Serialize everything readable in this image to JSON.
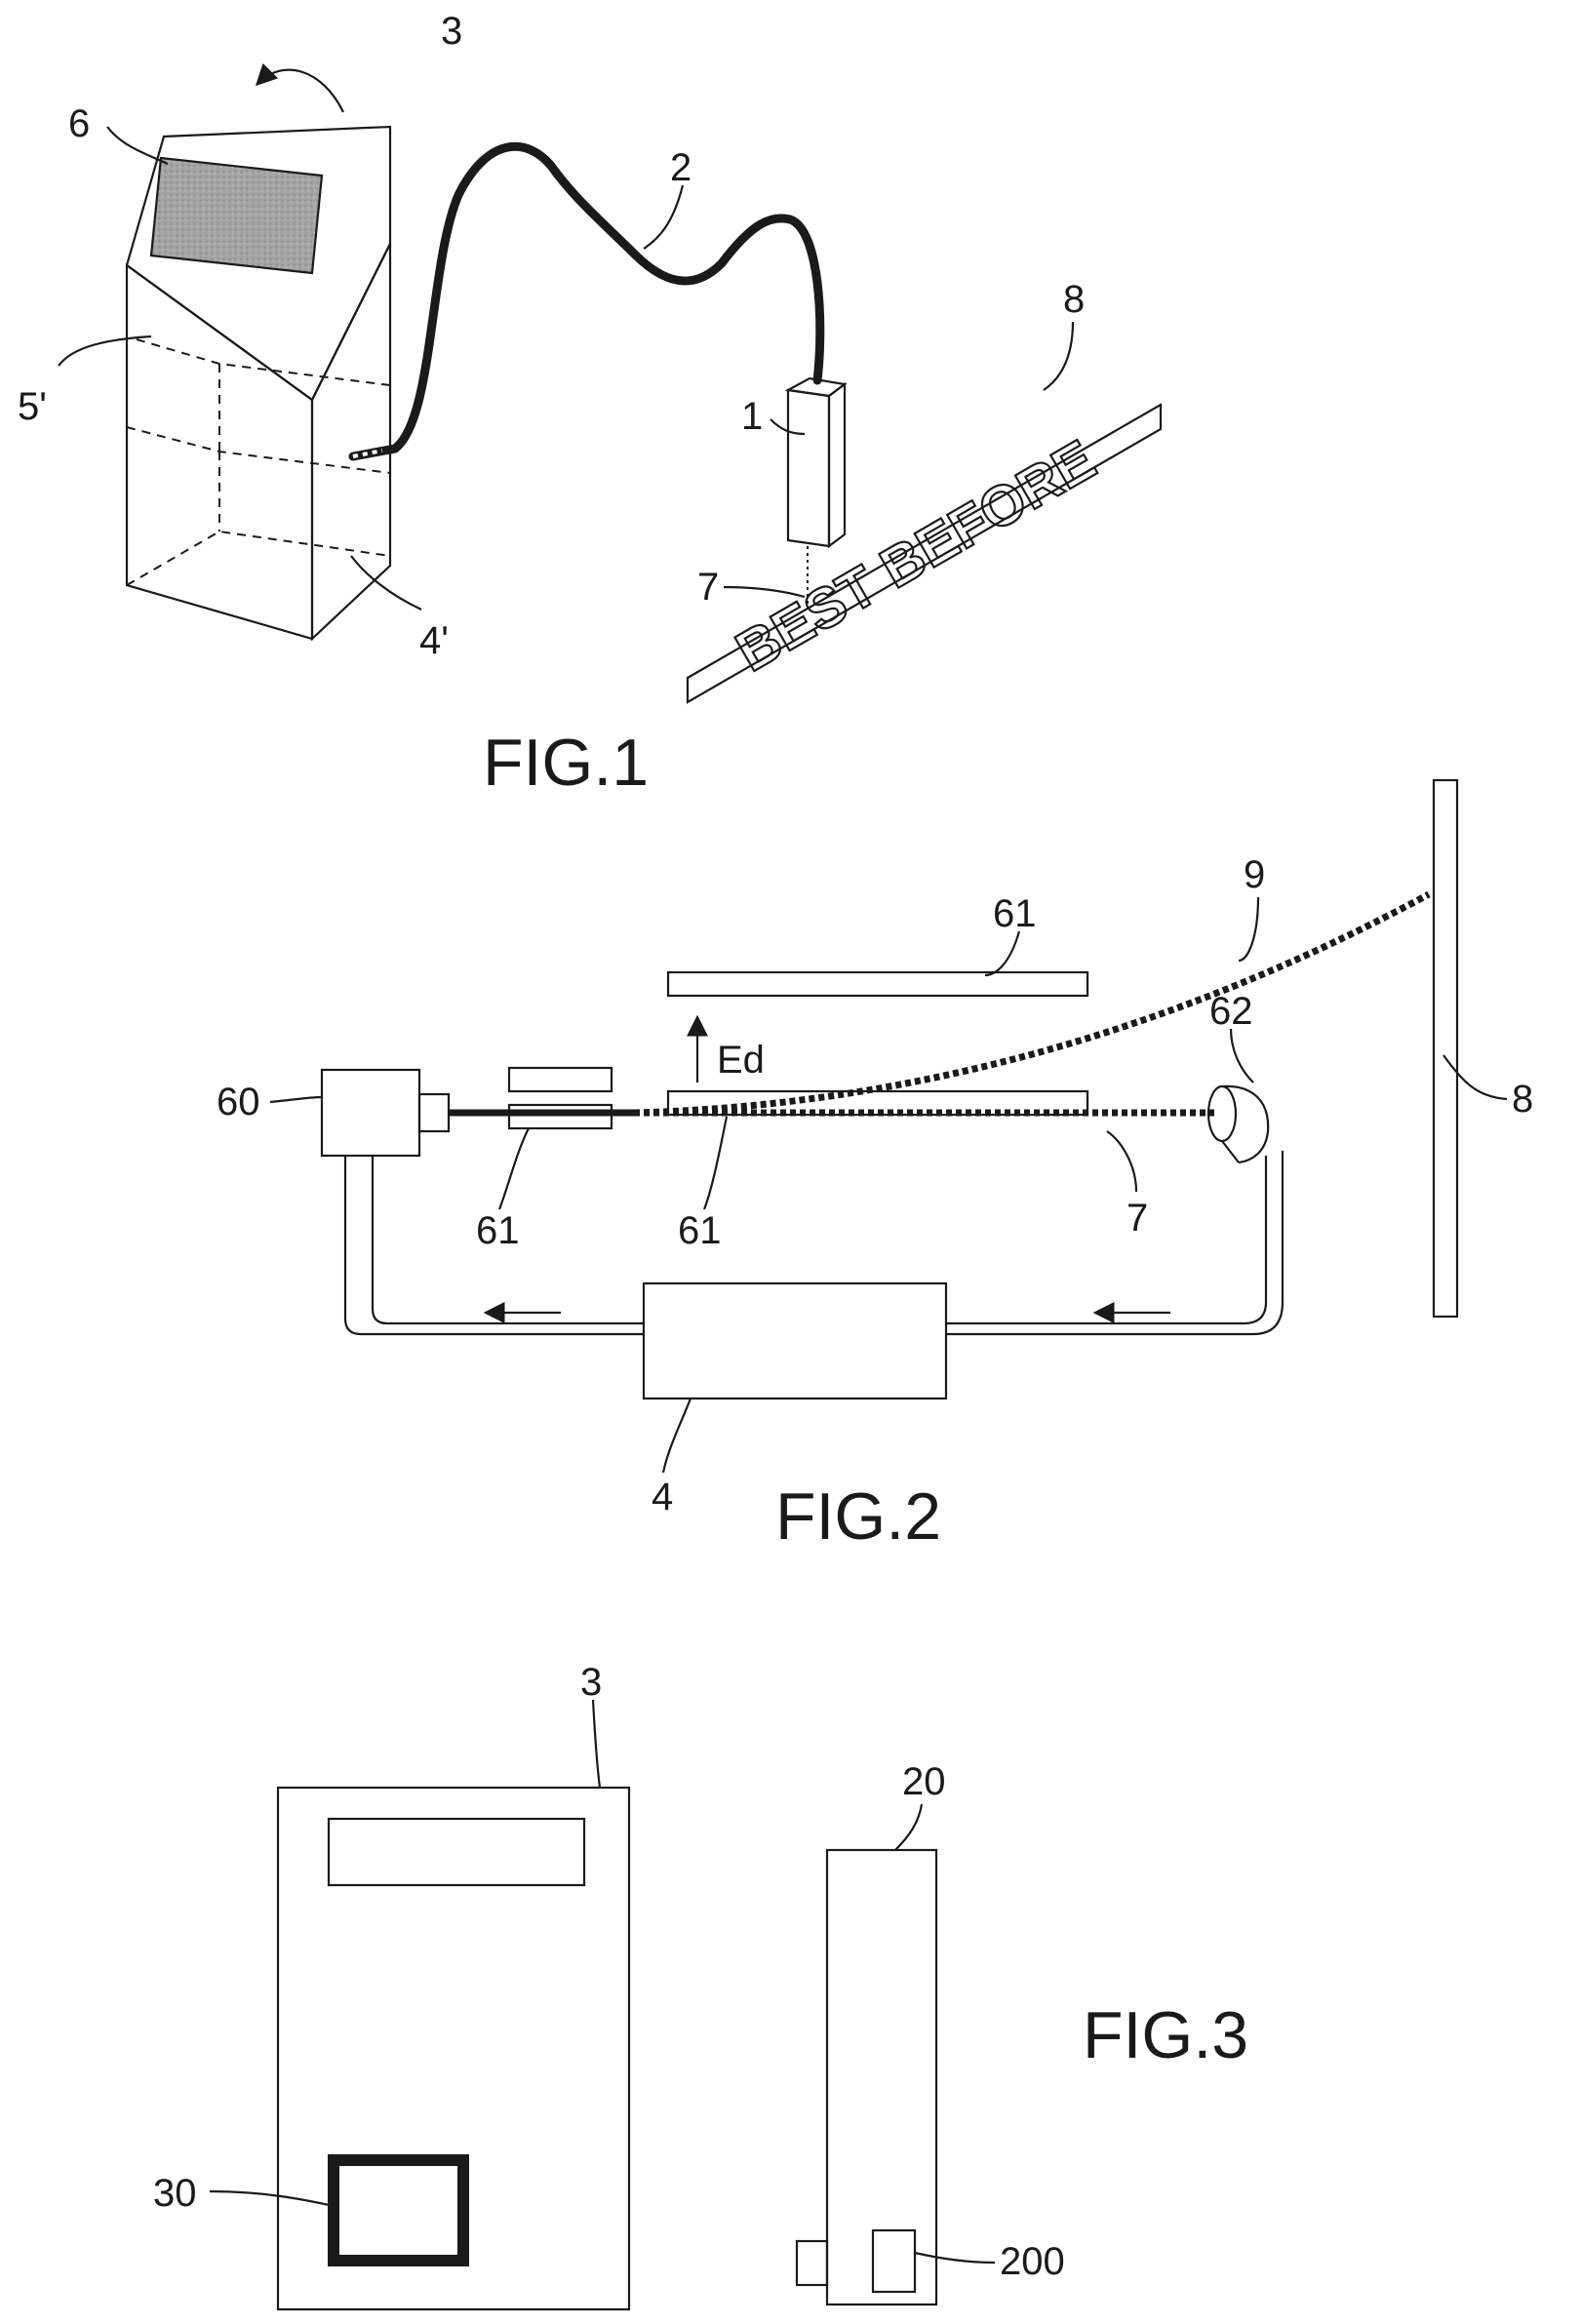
{
  "fig1": {
    "label": "FIG.1",
    "print_text": "BEST BEFORE",
    "refs": {
      "r3": "3",
      "r6": "6",
      "r2": "2",
      "r8": "8",
      "r5p": "5'",
      "r1": "1",
      "r7": "7",
      "r4p": "4'"
    }
  },
  "fig2": {
    "label": "FIG.2",
    "refs": {
      "r61a": "61",
      "r9": "9",
      "r62": "62",
      "ed": "Ed",
      "r60": "60",
      "r8": "8",
      "r61b": "61",
      "r61c": "61",
      "r7": "7",
      "r4": "4"
    }
  },
  "fig3": {
    "label": "FIG.3",
    "refs": {
      "r3": "3",
      "r20": "20",
      "r30": "30",
      "r200": "200"
    }
  },
  "colors": {
    "ink": "#1a1a1a",
    "screen": "#9a9a9a",
    "background": "#ffffff"
  }
}
